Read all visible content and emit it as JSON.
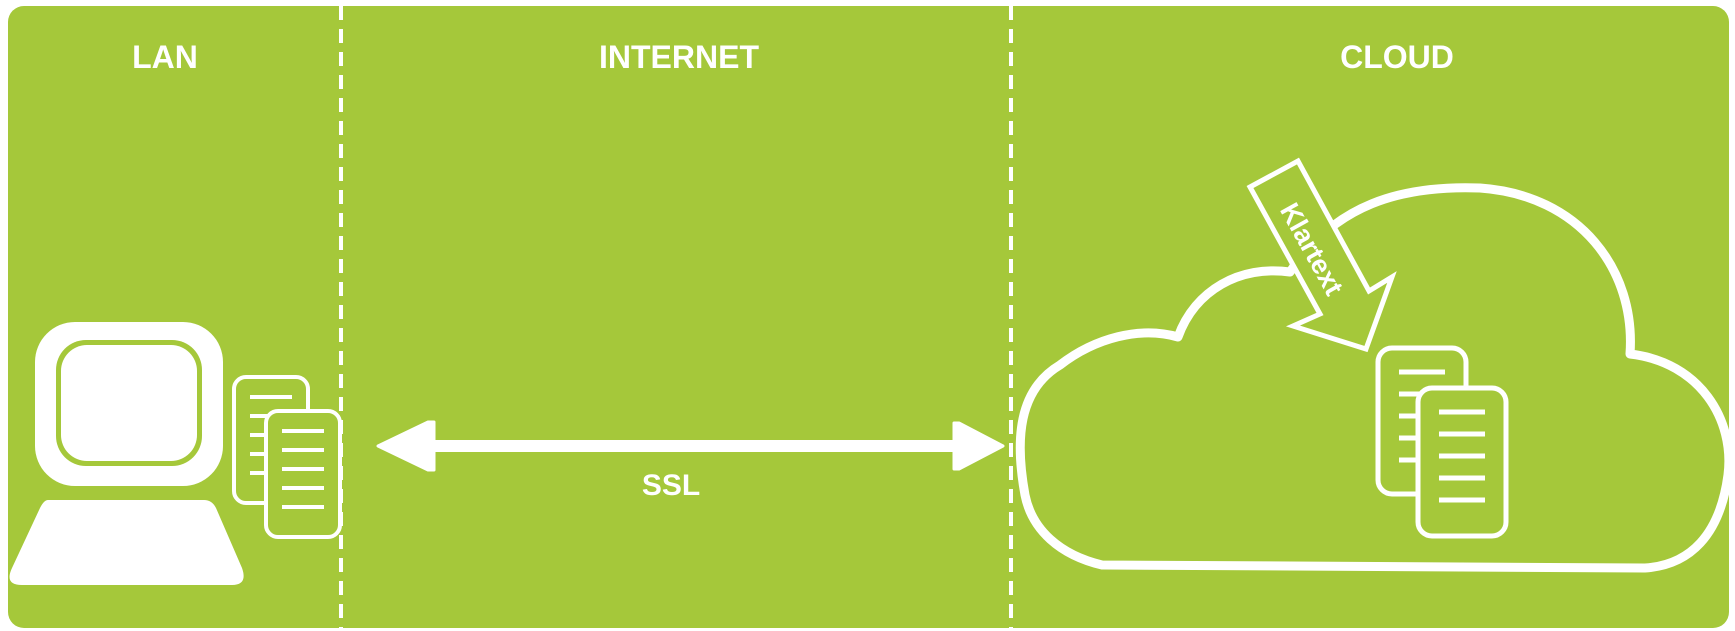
{
  "zones": {
    "lan": "LAN",
    "internet": "INTERNET",
    "cloud": "CLOUD"
  },
  "connection": {
    "label": "SSL"
  },
  "cloud_arrow": {
    "label": "Klartext"
  },
  "colors": {
    "background": "#a5c83a",
    "foreground": "#ffffff"
  }
}
